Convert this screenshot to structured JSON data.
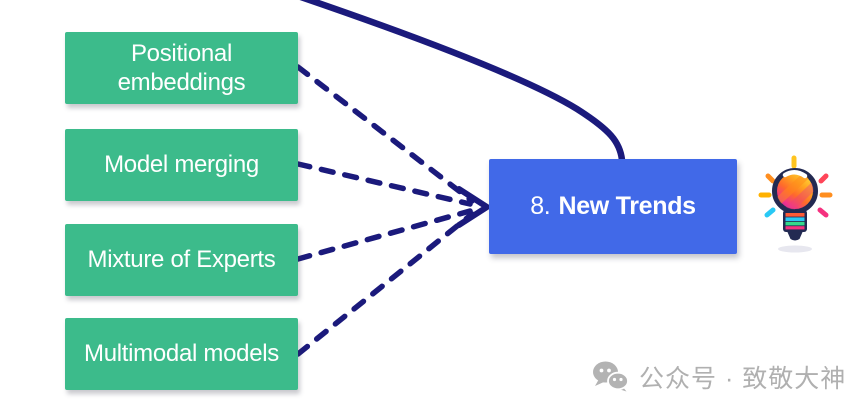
{
  "mindmap": {
    "main_node": {
      "number": "8.",
      "title": "New Trends"
    },
    "branches": [
      {
        "label": "Positional embeddings"
      },
      {
        "label": "Model merging"
      },
      {
        "label": "Mixture of Experts"
      },
      {
        "label": "Multimodal models"
      }
    ]
  },
  "icons": {
    "lightbulb": "lightbulb-icon",
    "wechat": "wechat-icon",
    "arrowhead": "arrowhead-icon"
  },
  "colors": {
    "branch_green": "#3cbb8b",
    "main_node_blue": "#4169e8",
    "connector_navy": "#1b1a7c",
    "watermark_gray": "#b0b0b0",
    "bulb_yellow": "#ffdd3c",
    "bulb_orange": "#ff8a1a",
    "bulb_pink": "#f5317f",
    "bulb_cyan": "#29c9f5",
    "bulb_green": "#35d98b",
    "bulb_outline": "#232a52"
  },
  "watermark": {
    "text": "公众号 · 致敬大神"
  }
}
